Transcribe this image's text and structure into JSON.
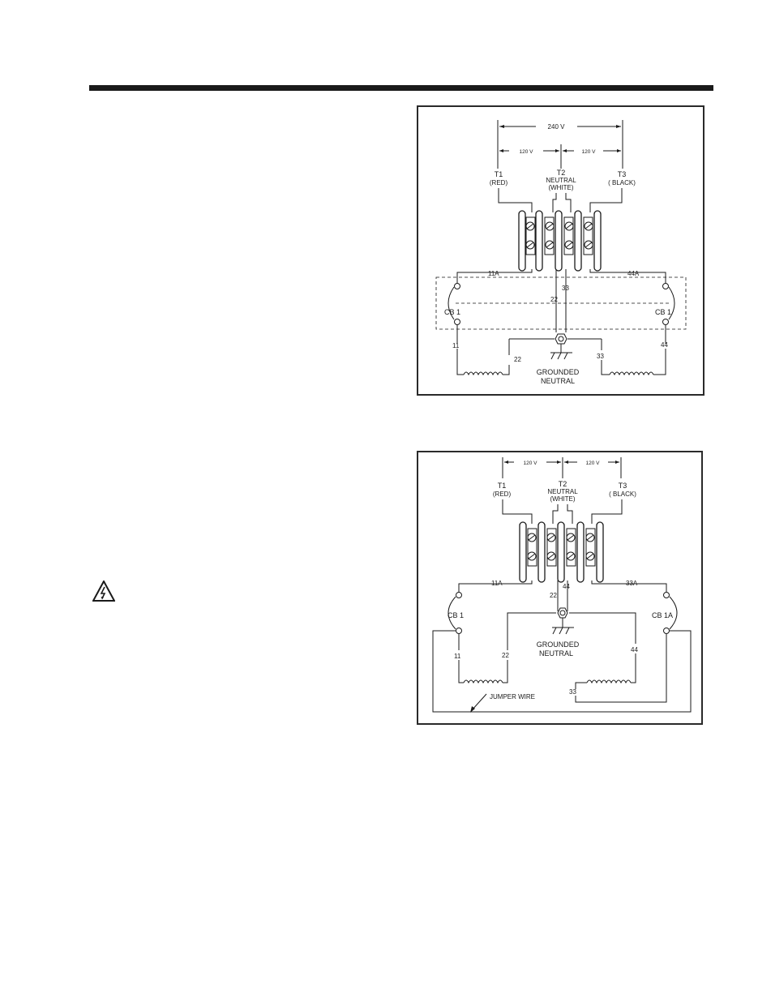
{
  "diagram1": {
    "voltage_total": "240 V",
    "voltage_left": "120 V",
    "voltage_right": "120 V",
    "t1": {
      "name": "T1",
      "color": "(RED)"
    },
    "t2": {
      "name": "T2",
      "line1": "NEUTRAL",
      "color": "(WHITE)"
    },
    "t3": {
      "name": "T3",
      "color": "( BLACK)"
    },
    "wire_11a": "11A",
    "wire_44a": "44A",
    "wire_33": "33",
    "wire_22": "22",
    "cb_left": "CB 1",
    "cb_right": "CB 1",
    "wire_11": "11",
    "wire_22b": "22",
    "wire_33b": "33",
    "wire_44": "44",
    "ground_1": "GROUNDED",
    "ground_2": "NEUTRAL"
  },
  "diagram2": {
    "voltage_left": "120 V",
    "voltage_right": "120 V",
    "t1": {
      "name": "T1",
      "color": "(RED)"
    },
    "t2": {
      "name": "T2",
      "line1": "NEUTRAL",
      "color": "(WHITE)"
    },
    "t3": {
      "name": "T3",
      "color": "( BLACK)"
    },
    "wire_11a": "11A",
    "wire_33a": "33A",
    "wire_44": "44",
    "wire_22": "22",
    "cb_left": "CB 1",
    "cb_right": "CB 1A",
    "wire_11": "11",
    "wire_22b": "22",
    "wire_44b": "44",
    "wire_33": "33",
    "ground_1": "GROUNDED",
    "ground_2": "NEUTRAL",
    "jumper": "JUMPER WIRE"
  },
  "icons": {
    "warning": "electrical-hazard-warning-icon"
  }
}
